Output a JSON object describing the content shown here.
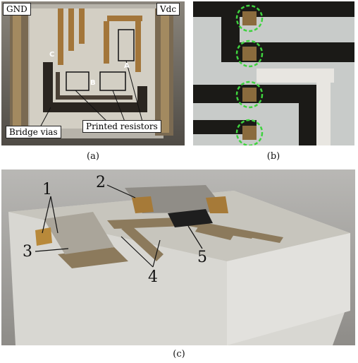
{
  "panel_a": {
    "labels": {
      "gnd": "GND",
      "vdc": "Vdc",
      "bridge_vias": "Bridge vias",
      "printed_resistors": "Printed resistors"
    },
    "markers": {
      "a": "A",
      "b": "B",
      "c": "C"
    }
  },
  "panel_c": {
    "callouts": [
      "1",
      "2",
      "3",
      "4",
      "5"
    ]
  },
  "captions": {
    "a": "(a)",
    "b": "(b)",
    "c": "(c)"
  }
}
